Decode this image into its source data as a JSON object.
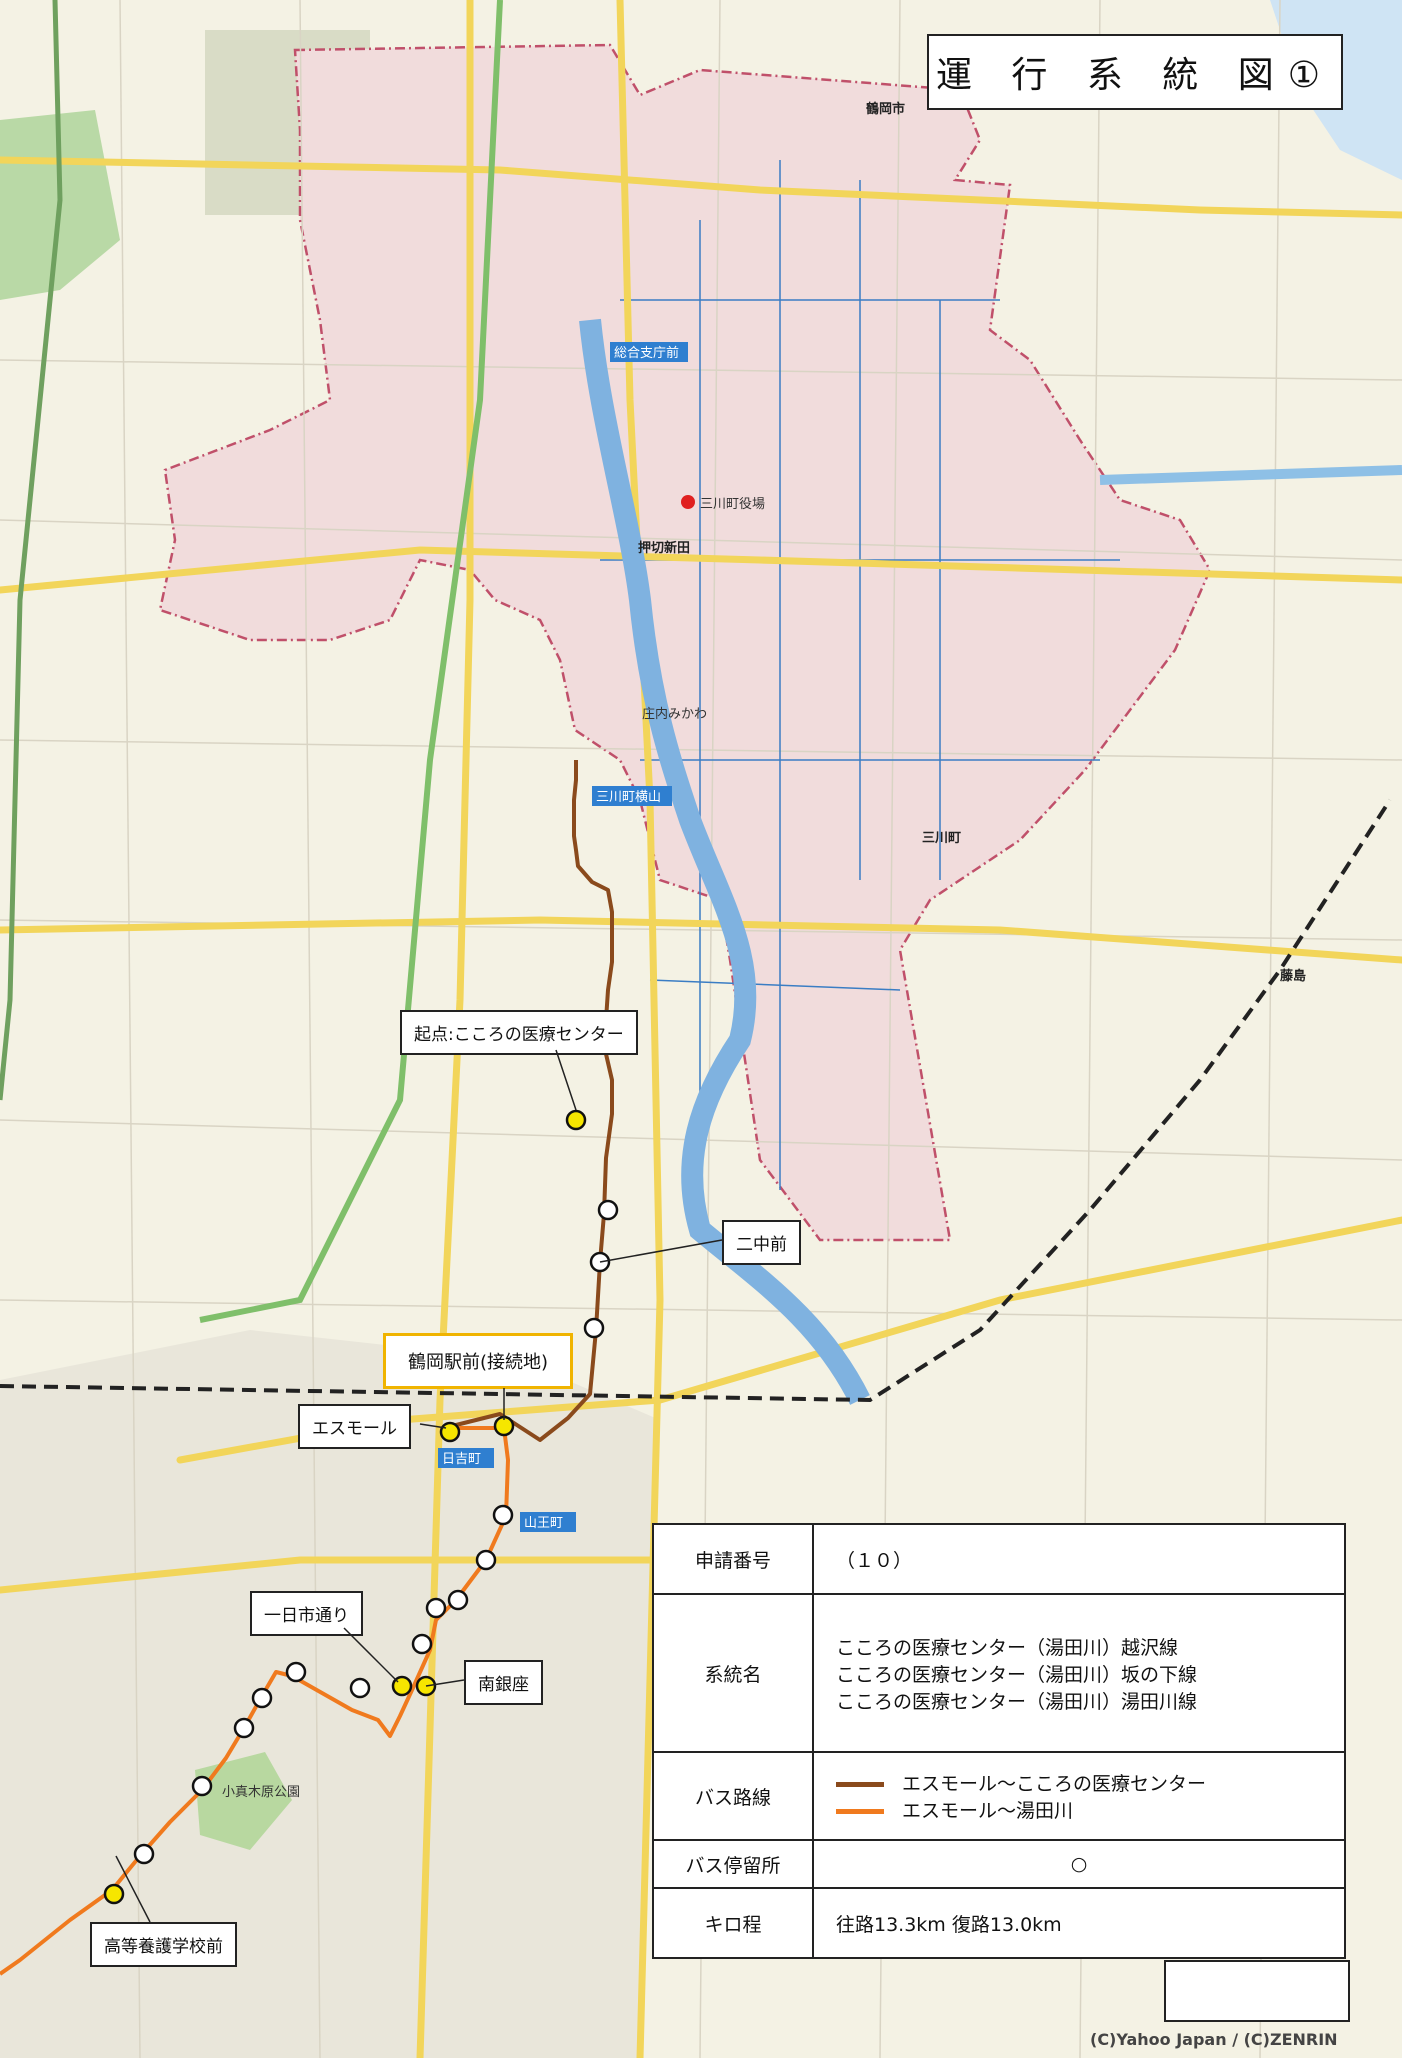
{
  "title": "運 行 系 統 図①",
  "places": {
    "tsuruoka_city": "鶴岡市",
    "mikawa_town": "三川町",
    "mikawa_office": "三川町役場",
    "fujishima_station": "藤島",
    "bypass_sign": "総合支庁前",
    "mikawa_yokoyama": "三川町横山",
    "hiyoshi": "日吉町",
    "yamaoucho": "山王町",
    "shoumihawa": "庄内みかわ",
    "oshikiri": "押切新田",
    "kogoiwa": "小真木原公園"
  },
  "stop_labels": {
    "start": "起点:こころの医療センター",
    "ninaka": "二中前",
    "station": "鶴岡駅前(接続地)",
    "small": "エスモール",
    "ichinichi": "一日市通り",
    "minamiginza": "南銀座",
    "koto": "高等養護学校前"
  },
  "info_table": {
    "application_no_label": "申請番号",
    "application_no_value": "（１０）",
    "system_name_label": "系統名",
    "system_names": [
      "こころの医療センター（湯田川）越沢線",
      "こころの医療センター（湯田川）坂の下線",
      "こころの医療センター（湯田川）湯田川線"
    ],
    "bus_route_label": "バス路線",
    "routes": [
      {
        "name": "エスモール～こころの医療センター",
        "color": "#8a4a1c"
      },
      {
        "name": "エスモール～湯田川",
        "color": "#f07a1e"
      }
    ],
    "bus_stop_label": "バス停留所",
    "bus_stop_symbol": "○",
    "distance_label": "キロ程",
    "distance_value": "往路13.3km  復路13.0km"
  },
  "colors": {
    "mikawa_fill": "#f2dcdc",
    "boundary": "#c0506a",
    "river": "#7fb2e0",
    "major_road": "#f5d96a",
    "stop_yellow": "#f6e600"
  },
  "copyright": "(C)Yahoo Japan / (C)ZENRIN"
}
